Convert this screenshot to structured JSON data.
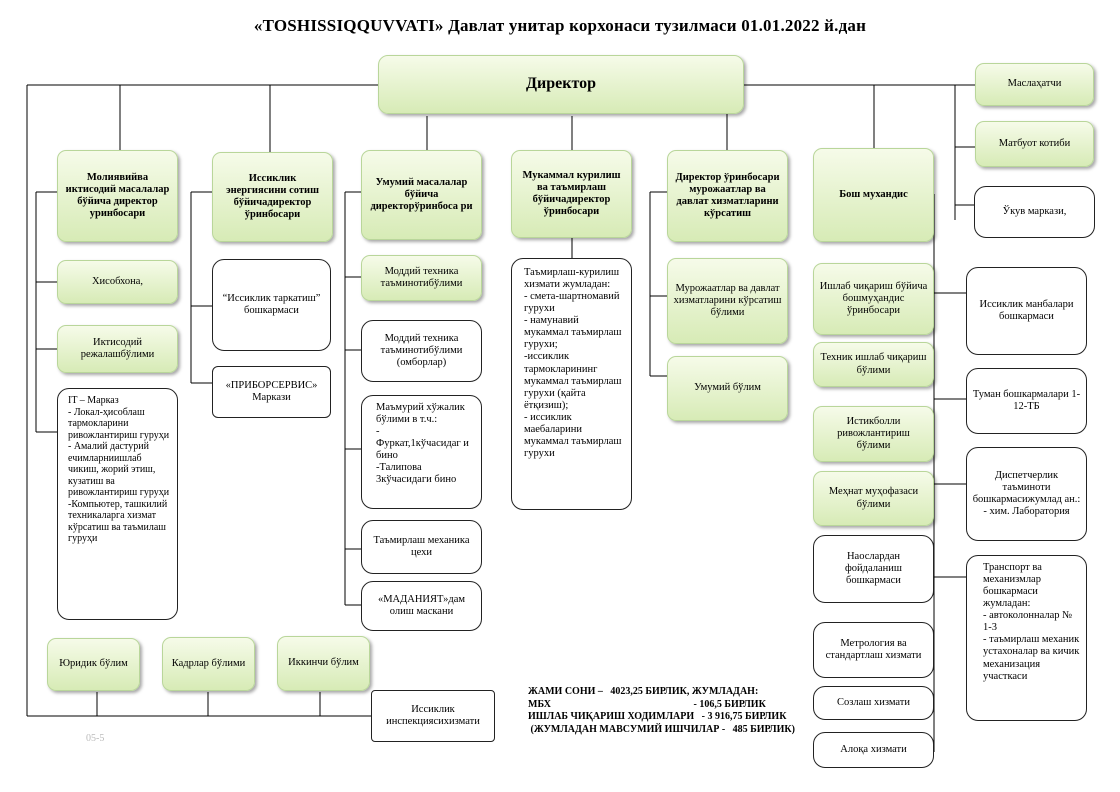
{
  "title": "«TOSHISSIQQUVVATI» Давлат унитар корхонаси тузилмаси 01.01.2022 й.дан",
  "director": "Директор",
  "deputies": {
    "finance": "Молиявийва иктисодий масалалар бўйича директор уринбосари",
    "heat_sales": "Иссиклик энергиясини сотиш бўйичадиректор ўринбосари",
    "general": "Умумий масалалар бўйича директорўринбоса ри",
    "capital_repair": "Мукаммал курилиш ва таъмирлаш бўйичадиректор ўринбосари",
    "appeals": "Директор ўринбосари мурожаатлар ва давлат хизматларини кўрсатиш",
    "chief_engineer": "Бош мухандис"
  },
  "finance_col": {
    "accounting": "Хисобхона,",
    "econ_planning": "Иктисодий режалашбўлими",
    "it_center": "IT – Марказ\n- Локал-ҳисоблаш тармокларини ривожлантириш гуруҳи\n- Амалий дастурий ечимларниишлаб чикиш, жорий этиш, кузатиш ва ривожлантириш гуруҳи\n-Компьютер, ташкилий техникаларга хизмат кўрсатиш ва таъмилаш гуруҳи"
  },
  "heat_col": {
    "heat_distribution": "“Иссиклик таркатиш” бошкармаси",
    "priborservis": "«ПРИБОРСЕРВИС» Маркази"
  },
  "general_col": {
    "supply": "Моддий техника таъминотибўлими",
    "supply_warehouses": "Моддий техника таъминотибўлими (омборлар)",
    "admin_dept": "Маъмурий хўжалик бўлими в т.ч.:\n-\nФуркат,1кўчасидаг и бино\n-Талипова 3кўчасидаги бино",
    "repair_shop": "Таъмирлаш механика цехи",
    "madaniyat": "«МАДАНИЯТ»дам олиш маскани"
  },
  "capital_col": {
    "repair_service": "Таъмирлаш-курилиш хизмати жумладан:\n- смета-шартномавий гурухи\n- намунавий мукаммал таъмирлаш гурухи;\n-иссиклик тармокларининг мукаммал таъмирлаш гурухи (қайта ётқизиш);\n- иссиклик маебаларини мукаммал таъмирлаш гурухи"
  },
  "appeals_col": {
    "appeals_dept": "Мурожаатлар ва давлат хизматларини кўрсатиш бўлими",
    "general_dept": "Умумий бўлим"
  },
  "engineer_col": {
    "production_deputy": "Ишлаб чиқариш бўйича бошмуҳандис ўринбосари",
    "technical_dept": "Техник ишлаб чиқариш бўлими",
    "development_dept": "Истикболли ривожлантириш бўлими",
    "labor_safety": "Меҳнат муҳофазаси бўлими",
    "consumers": "Наослардан фойдаланиш бошкармаси",
    "metrology": "Метрология ва стандартлаш хизмати",
    "adjustment": "Созлаш хизмати",
    "communication": "Алоқа хизмати"
  },
  "right_col": {
    "advisor": "Маслаҳатчи",
    "press_secretary": "Матбуот котиби",
    "training_center": "Ўкув маркази,",
    "heat_sources": "Иссиклик манбалари бошкармаси",
    "district_depts": "Туман бошкармалари 1-12-ТБ",
    "dispatch": "Диспетчерлик таъминоти бошкармасижумлад ан.:\n- хим. Лаборатория",
    "transport": "Транспорт ва механизмлар бошкармаси жумладан:\n- автоколонналар № 1-3\n- таъмирлаш механик устахоналар ва кичик механизация участкаси"
  },
  "bottom": {
    "legal": "Юридик бўлим",
    "hr": "Кадрлар бўлими",
    "secondary": "Иккинчи бўлим",
    "inspection": "Иссиклик инспекциясихизмати"
  },
  "summary": {
    "line1": "ЖАМИ СОНИ –   4023,25 БИРЛИК, ЖУМЛАДАН:",
    "line2": "МБХ                                                         - 106,5 БИРЛИК",
    "line3": "ИШЛАБ ЧИҚАРИШ ХОДИМЛАРИ   - 3 916,75 БИРЛИК",
    "line4": " (ЖУМЛАДАН МАВСУМИЙ ИШЧИЛАР -   485 БИРЛИК)"
  },
  "page_number": "05-5"
}
